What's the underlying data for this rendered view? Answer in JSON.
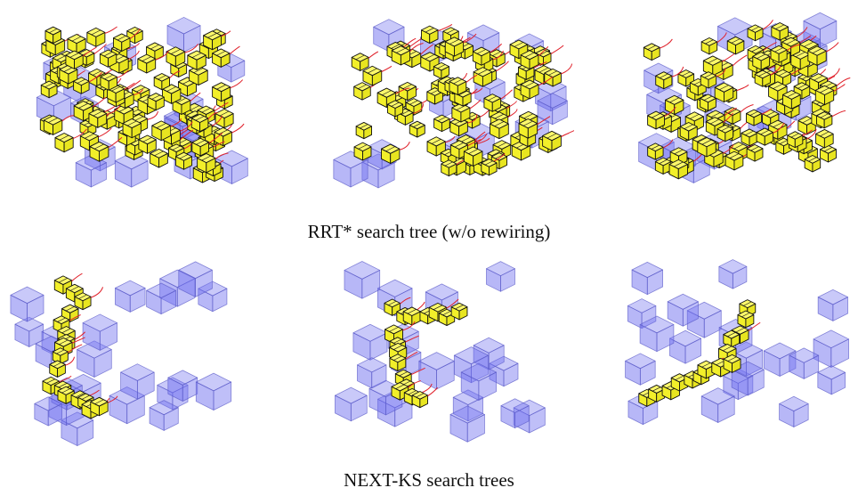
{
  "figure": {
    "captions": [
      "RRT* search tree (w/o rewiring)",
      "NEXT-KS search trees"
    ],
    "colors": {
      "obstacle_fill": "#7070f0",
      "obstacle_edge": "#5a5ac8",
      "node_fill": "#f2ef2a",
      "node_edge": "#111111",
      "edge_color": "#e0202a"
    },
    "panel_rows": [
      {
        "row": "rrt_star",
        "panels": [
          "rrt-panel-1",
          "rrt-panel-2",
          "rrt-panel-3"
        ]
      },
      {
        "row": "next_ks",
        "panels": [
          "next-panel-1",
          "next-panel-2",
          "next-panel-3"
        ]
      }
    ]
  }
}
